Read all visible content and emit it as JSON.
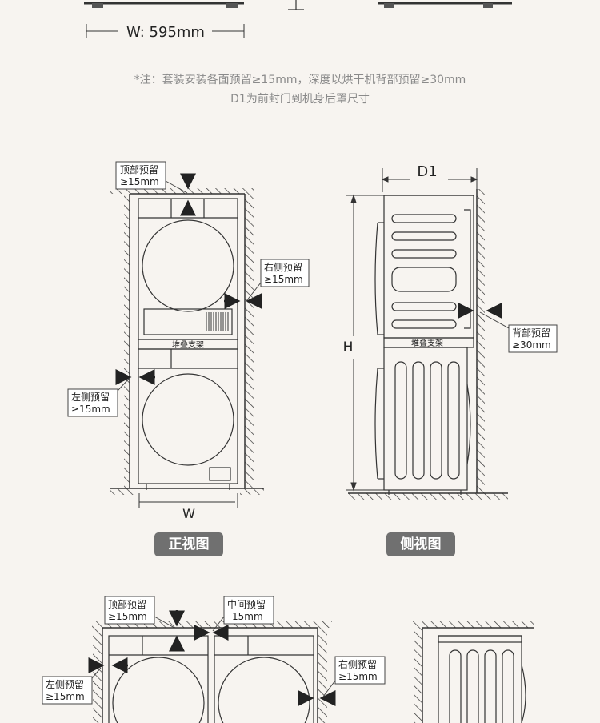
{
  "top": {
    "width_label": "W: 595mm"
  },
  "note": {
    "line1": "*注：套装安装各面预留≥15mm，深度以烘干机背部预留≥30mm",
    "line2": "D1为前封门到机身后罩尺寸"
  },
  "front_view": {
    "top_label_1": "顶部预留",
    "top_label_2": "≥15mm",
    "right_label_1": "右侧预留",
    "right_label_2": "≥15mm",
    "left_label_1": "左侧预留",
    "left_label_2": "≥15mm",
    "stand_label": "堆叠支架",
    "width_label": "W",
    "button": "正视图"
  },
  "side_view": {
    "depth_label": "D1",
    "height_label": "H",
    "stand_label": "堆叠支架",
    "back_label_1": "背部预留",
    "back_label_2": "≥30mm",
    "button": "侧视图"
  },
  "bottom_view": {
    "top_label_1": "顶部预留",
    "top_label_2": "≥15mm",
    "mid_label_1": "中间预留",
    "mid_label_2": "15mm",
    "left_label_1": "左侧预留",
    "left_label_2": "≥15mm",
    "right_label_1": "右侧预留",
    "right_label_2": "≥15mm"
  }
}
